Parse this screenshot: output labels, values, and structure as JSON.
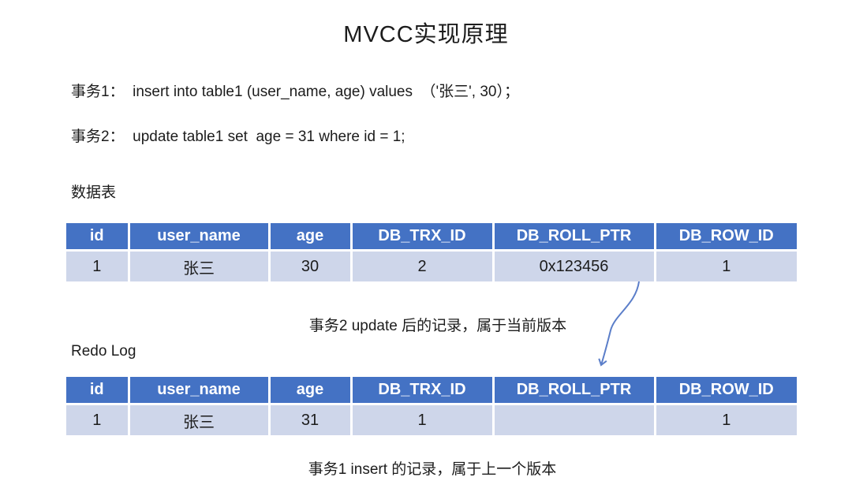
{
  "title": "MVCC实现原理",
  "transactions": [
    {
      "text": "事务1：  insert into table1 (user_name, age) values  （'张三', 30）；"
    },
    {
      "text": "事务2：  update table1 set  age = 31 where id = 1;"
    }
  ],
  "data_table": {
    "label": "数据表",
    "headers": [
      "id",
      "user_name",
      "age",
      "DB_TRX_ID",
      "DB_ROLL_PTR",
      "DB_ROW_ID"
    ],
    "rows": [
      [
        "1",
        "张三",
        "30",
        "2",
        "0x123456",
        "1"
      ]
    ]
  },
  "redo_log_table": {
    "label": "Redo Log",
    "headers": [
      "id",
      "user_name",
      "age",
      "DB_TRX_ID",
      "DB_ROLL_PTR",
      "DB_ROW_ID"
    ],
    "rows": [
      [
        "1",
        "张三",
        "31",
        "1",
        "",
        "1"
      ]
    ]
  },
  "annotations": {
    "current_version": "事务2 update 后的记录，属于当前版本",
    "previous_version": "事务1 insert 的记录，属于上一个版本"
  },
  "colors": {
    "header_bg": "#4472C4",
    "header_text": "#FFFFFF",
    "row_bg": "#CED6EA",
    "arrow": "#5B7EC9",
    "text": "#1C1C1C"
  }
}
